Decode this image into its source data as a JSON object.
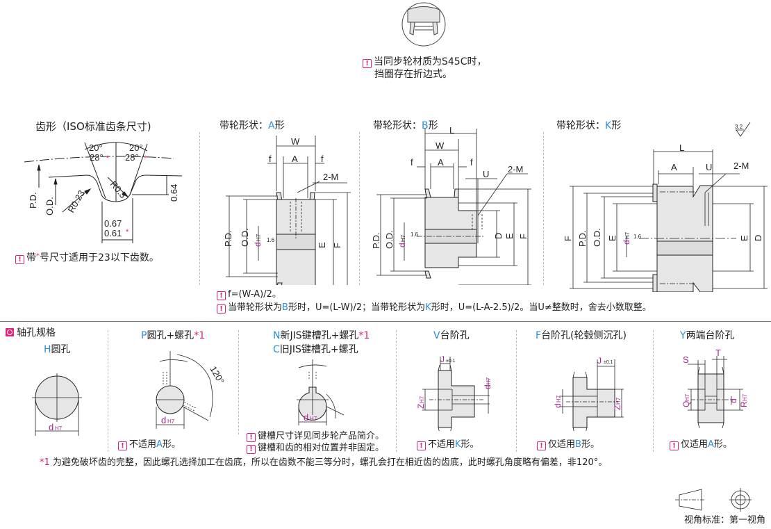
{
  "top_note": {
    "warning_icon": "warning-icon",
    "line1": "当同步轮材质为S45C时，",
    "line2": "挡圈存在折边式。"
  },
  "tooth_profile": {
    "title": "齿形（ISO标准齿条尺寸)",
    "angle_top_left": "20°",
    "angle_bottom_left": "28°",
    "angle_top_right": "20°",
    "angle_bottom_right": "28°",
    "asterisk": "*",
    "label_pd": "P.D.",
    "label_od": "O.D.",
    "radius_left": "R0.23",
    "radius_center": "R0.3",
    "height": "0.64",
    "width_1": "0.67",
    "width_2": "0.61",
    "note_prefix": "带",
    "note_star": "*",
    "note_suffix": "号尺寸适用于23以下齿数。"
  },
  "shape_a": {
    "title_prefix": "带轮形状：",
    "title_letter": "A",
    "title_suffix": "形",
    "labels": {
      "W": "W",
      "f_left": "f",
      "A": "A",
      "f_right": "f",
      "M": "2-M",
      "PD": "P.D.",
      "OD": "O.D.",
      "d": "d",
      "H7": "H7",
      "rough": "1.6",
      "E": "E",
      "F": "F"
    }
  },
  "shape_b": {
    "title_prefix": "带轮形状：",
    "title_letter": "B",
    "title_suffix": "形",
    "labels": {
      "L": "L",
      "W": "W",
      "f_left": "f",
      "A": "A",
      "f_right": "f",
      "U": "U",
      "M": "2-M",
      "PD": "P.D.",
      "OD": "O.D.",
      "d": "d",
      "H7": "H7",
      "rough": "1.6",
      "D": "D",
      "E": "E",
      "F": "F"
    }
  },
  "shape_k": {
    "title_prefix": "带轮形状：",
    "title_letter": "K",
    "title_suffix": "形",
    "roughness_global": "3.2",
    "labels": {
      "L": "L",
      "A": "A",
      "U": "U",
      "M": "2-M",
      "F": "F",
      "PD": "P.D.",
      "OD": "O.D.",
      "E_left": "E",
      "d": "d",
      "H7": "H7",
      "rough": "1.6",
      "E_right": "E",
      "D": "D"
    }
  },
  "formula_notes": {
    "line1": "f=(W-A)/2。",
    "line2_a": "当带轮形状为",
    "line2_b": "B",
    "line2_c": "形时，U=(L-W)/2；当带轮形状为",
    "line2_d": "K",
    "line2_e": "形时，U=(L-A-2.5)/2。当U≠整数时，舍去小数取整。"
  },
  "bore_spec": {
    "section_title": "轴孔规格",
    "items": [
      {
        "code": "H",
        "name": "圆孔",
        "star": "",
        "label_d": "d",
        "label_h7": "H7",
        "note": ""
      },
      {
        "code": "P",
        "name": "圆孔+螺孔",
        "star": "*1",
        "label_d": "d",
        "label_h7": "H7",
        "angle": "120°",
        "note_a": "不适用",
        "note_letter": "A",
        "note_b": "形。"
      },
      {
        "code": "N",
        "name": "新JIS键槽孔+螺孔",
        "star": "*1",
        "code2": "C",
        "name2": "旧JIS键槽孔+螺孔",
        "label_d": "d",
        "label_h7": "H7",
        "note1": "键槽尺寸详见同步轮产品简介。",
        "note2": "键槽和齿的相对位置并非固定。"
      },
      {
        "code": "V",
        "name": "台阶孔",
        "label_j": "J",
        "tol": "±0.1",
        "label_d": "d",
        "label_h7": "H7",
        "label_z": "Z",
        "note_a": "不适用",
        "note_letter": "K",
        "note_b": "形。"
      },
      {
        "code": "F",
        "name": "台阶孔(轮毂侧沉孔)",
        "label_j": "J",
        "tol": "±0.1",
        "label_d": "d",
        "label_h7": "H7",
        "label_z": "Z",
        "note_a": "仅适用",
        "note_letter": "B",
        "note_b": "形。"
      },
      {
        "code": "Y",
        "name": "两端台阶孔",
        "label_s": "S",
        "label_t": "T",
        "label_q": "Q",
        "label_h7": "H7",
        "label_d": "d",
        "label_r": "R",
        "note_a": "仅适用",
        "note_letter": "A",
        "note_b": "形。"
      }
    ]
  },
  "footnote": {
    "marker": "*1",
    "text": "为避免破坏齿的完整，因此螺孔选择加工在齿底，所以在齿数不能三等分时，螺孔会打在相近齿的齿底，此时螺孔角度略有偏差，非120°。"
  },
  "projection": {
    "label": "视角标准：第一视角"
  },
  "colors": {
    "accent_blue": "#2a8fd0",
    "accent_pink": "#d6207a",
    "dim_magenta": "#a4238e",
    "part_fill": "#e6e6e6",
    "line": "#231f20"
  }
}
